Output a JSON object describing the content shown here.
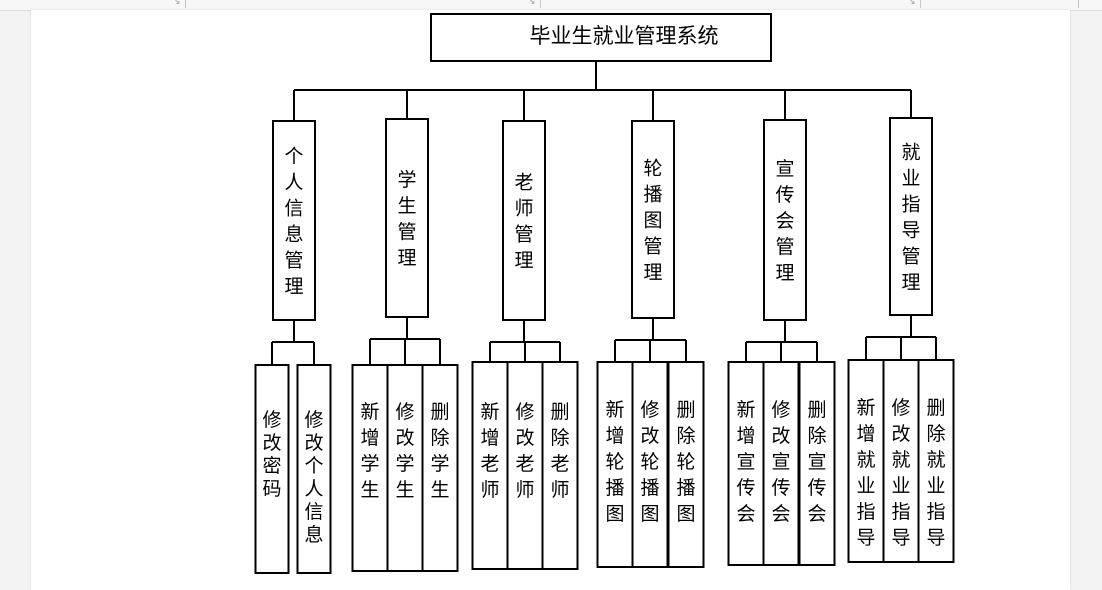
{
  "colors": {
    "line": "#000000",
    "box_fill": "#ffffff",
    "page": "#ffffff",
    "background": "#f3f3f3"
  },
  "diagram": {
    "root": "毕业生就业管理系统",
    "modules": [
      {
        "name": "个人信息管理",
        "children": [
          "修改密码",
          "修改个人信息"
        ]
      },
      {
        "name": "学生管理",
        "children": [
          "新增学生",
          "修改学生",
          "删除学生"
        ]
      },
      {
        "name": "老师管理",
        "children": [
          "新增老师",
          "修改老师",
          "删除老师"
        ]
      },
      {
        "name": "轮播图管理",
        "children": [
          "新增轮播图",
          "修改轮播图",
          "删除轮播图"
        ]
      },
      {
        "name": "宣传会管理",
        "children": [
          "新增宣传会",
          "修改宣传会",
          "删除宣传会"
        ]
      },
      {
        "name": "就业指导管理",
        "children": [
          "新增就业指导",
          "修改就业指导",
          "删除就业指导"
        ]
      }
    ]
  }
}
